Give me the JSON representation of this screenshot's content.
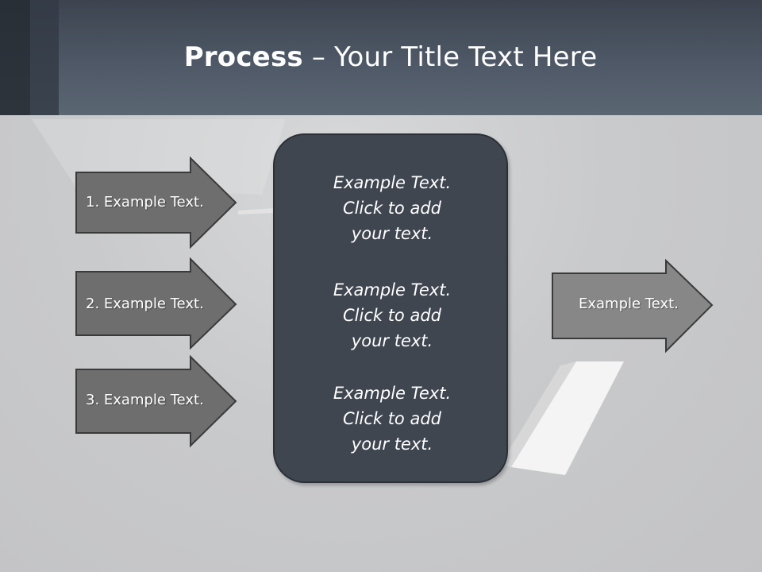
{
  "title": {
    "bold": "Process",
    "rest": " – Your Title Text Here"
  },
  "left_arrows": [
    {
      "label": "1. Example Text."
    },
    {
      "label": "2. Example Text."
    },
    {
      "label": "3. Example Text."
    }
  ],
  "center_blocks": [
    {
      "line1": "Example Text.",
      "line2": "Click  to add",
      "line3": "your text."
    },
    {
      "line1": "Example Text.",
      "line2": "Click  to add",
      "line3": "your text."
    },
    {
      "line1": "Example Text.",
      "line2": "Click  to add",
      "line3": "your text."
    }
  ],
  "right_arrow": {
    "label": "Example Text."
  },
  "colors": {
    "header": "#4e5866",
    "arrow_dark": "#6e6e6e",
    "arrow_light": "#878787",
    "box": "#3f4650"
  }
}
